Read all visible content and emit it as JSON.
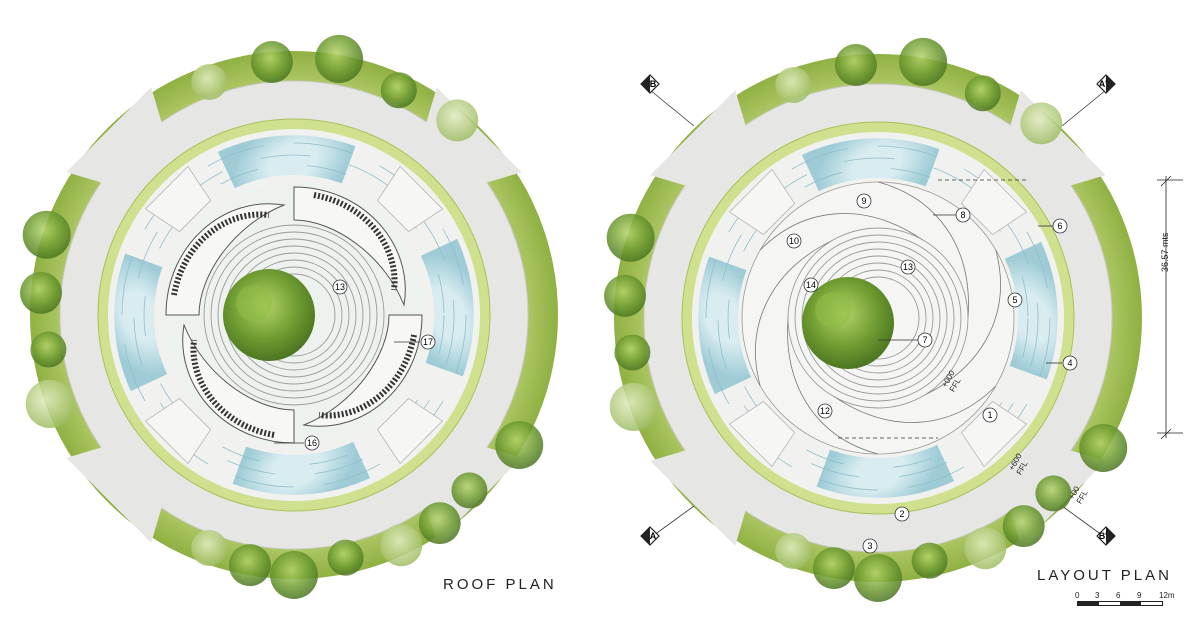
{
  "titles": {
    "roof": "ROOF PLAN",
    "layout": "LAYOUT PLAN"
  },
  "dimension": {
    "label": "36.57 mts"
  },
  "scale": {
    "ticks": [
      "0",
      "3",
      "6",
      "9",
      "12m"
    ]
  },
  "levels": [
    {
      "id": "lvl-inner",
      "top": "+000",
      "bottom": "FFL"
    },
    {
      "id": "lvl-step",
      "top": "+600",
      "bottom": "FFL"
    },
    {
      "id": "lvl-outer",
      "top": "+00",
      "bottom": "FFL"
    }
  ],
  "section_markers": {
    "a": "A",
    "a_prime": "A'",
    "b": "B",
    "b_prime": "B'"
  },
  "callouts_roof": [
    "13",
    "17",
    "16"
  ],
  "callouts_layout": [
    "9",
    "8",
    "10",
    "13",
    "14",
    "6",
    "5",
    "7",
    "4",
    "12",
    "1",
    "2",
    "3"
  ],
  "colors": {
    "outer_green": "#a9c45a",
    "grey_ring": "#e4e4e2",
    "water": "#bcdbe2",
    "water_line": "#8fbfcc",
    "tree_green": "#79a63a",
    "paving": "#f4f4f2"
  }
}
